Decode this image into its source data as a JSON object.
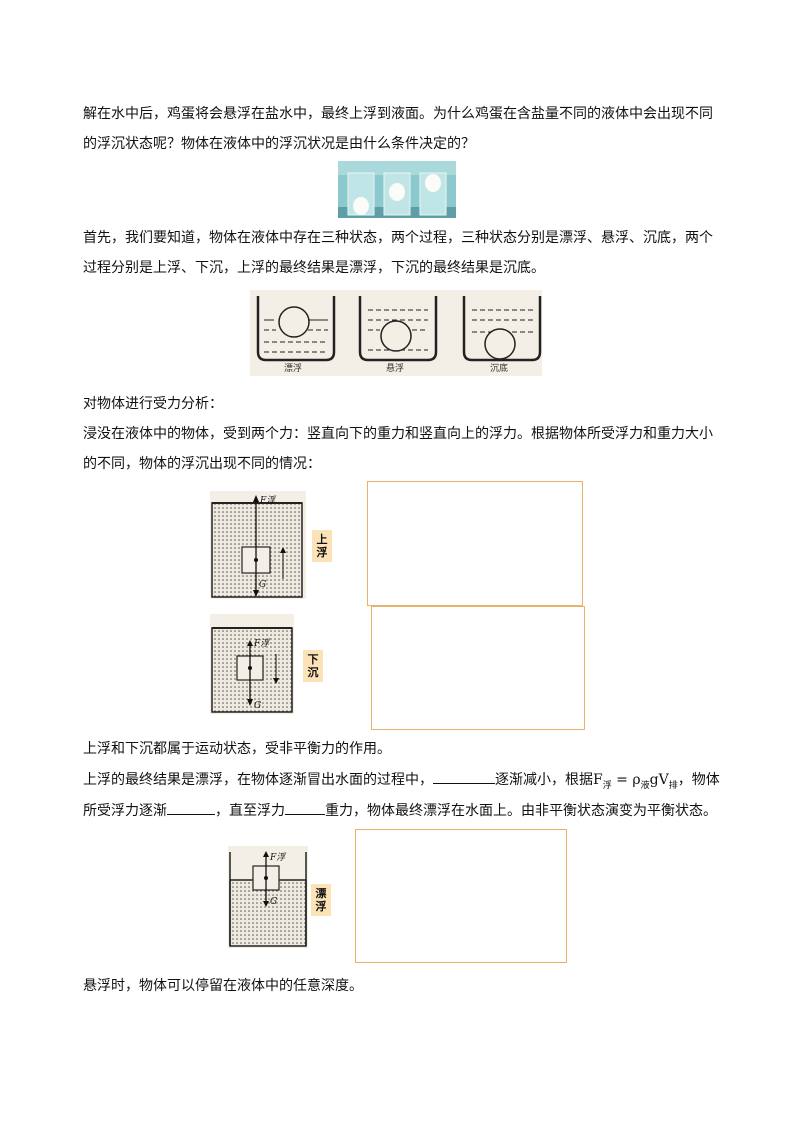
{
  "paragraphs": {
    "p1_line1": "解在水中后，鸡蛋将会悬浮在盐水中，最终上浮到液面。为什么鸡蛋在含盐量不同的液体中会出现不同",
    "p1_line2": "的浮沉状态呢？物体在液体中的浮沉状况是由什么条件决定的？",
    "p2_line1": "首先，我们要知道，物体在液体中存在三种状态，两个过程，三种状态分别是漂浮、悬浮、沉底，两个",
    "p2_line2": "过程分别是上浮、下沉，上浮的最终结果是漂浮，下沉的最终结果是沉底。",
    "p3": "对物体进行受力分析：",
    "p4_line1": "浸没在液体中的物体，受到两个力：竖直向下的重力和竖直向上的浮力。根据物体所受浮力和重力大小",
    "p4_line2": "的不同，物体的浮沉出现不同的情况：",
    "p5": "上浮和下沉都属于运动状态，受非平衡力的作用。",
    "p6_line1_a": "上浮的最终结果是漂浮，在物体逐渐冒出水面的过程中，",
    "p6_line1_b": "逐渐减小，根据",
    "p6_line1_c": "，物体",
    "p6_line2_a": "所受浮力逐渐",
    "p6_line2_b": "，直至浮力",
    "p6_line2_c": "重力，物体最终漂浮在水面上。由非平衡状态演变为平衡状态。",
    "p7": "悬浮时，物体可以停留在液体中的任意深度。"
  },
  "formula": {
    "F": "F",
    "F_sub": "浮",
    "eq": " = ρ",
    "rho_sub": "液",
    "gV": "gV",
    "V_sub": "排"
  },
  "figures": {
    "states": [
      "漂浮",
      "悬浮",
      "沉底"
    ],
    "diagram_labels": {
      "F_float": "F浮",
      "G": "G"
    },
    "tags": {
      "rise": "上浮",
      "sink": "下沉",
      "float": "漂浮"
    }
  },
  "colors": {
    "answer_box_border": "#e8b26a",
    "tag_bg": "#fbe2b7",
    "photo_bg": "#8cc9cf",
    "diagram_bg": "#f4efe6"
  }
}
